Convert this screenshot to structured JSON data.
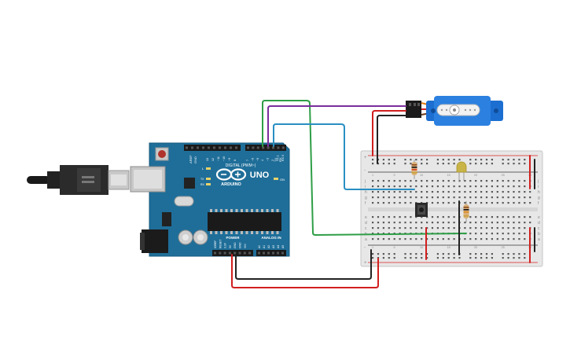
{
  "arduino": {
    "logo_text": "ARDUINO",
    "model_label": "UNO",
    "digital_label": "DIGITAL (PWM~)",
    "power_label": "POWER",
    "analog_label": "ANALOG IN",
    "tx_label": "TX",
    "rx_label": "RX",
    "led_label": "L",
    "on_label": "ON",
    "aref_label": "AREF",
    "gnd_label": "GND",
    "digital_pins": [
      "13",
      "12",
      "~11",
      "~10",
      "~9",
      "8",
      "7",
      "~6",
      "~5",
      "4",
      "~3",
      "2",
      "TX 1",
      "RX 0"
    ],
    "power_pins": [
      "IOREF",
      "RESET",
      "3.3V",
      "5V",
      "GND",
      "GND",
      "VIN"
    ],
    "analog_pins": [
      "A0",
      "A1",
      "A2",
      "A3",
      "A4",
      "A5"
    ]
  },
  "breadboard": {
    "row_letters_top": [
      "j",
      "i",
      "h",
      "g",
      "f"
    ],
    "row_letters_bottom": [
      "e",
      "d",
      "c",
      "b",
      "a"
    ],
    "columns": [
      "1",
      "5",
      "10",
      "15",
      "20",
      "25",
      "30"
    ],
    "rail_plus": "+",
    "rail_minus": "-"
  },
  "colors": {
    "board": "#1f6e99",
    "wire_green": "#2e9e46",
    "wire_purple": "#7a2d9c",
    "wire_cyan": "#2a8fc2",
    "wire_red": "#d11f1f",
    "wire_black": "#222222",
    "servo": "#1c6fd0",
    "led": "#c9b447"
  }
}
